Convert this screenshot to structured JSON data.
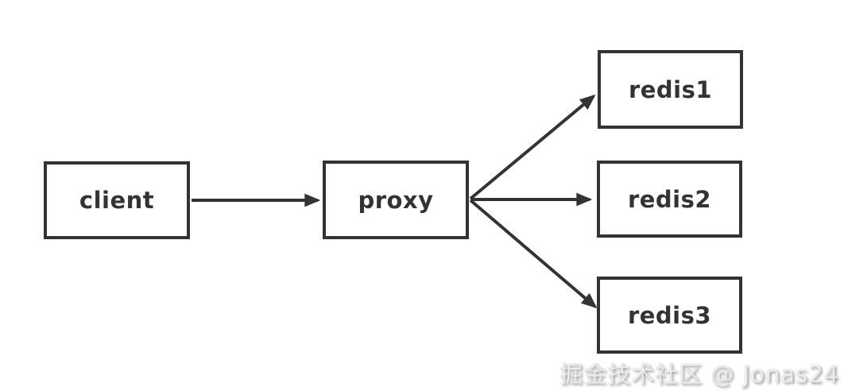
{
  "diagram": {
    "type": "flowchart",
    "background_color": "#ffffff",
    "stroke_color": "#333333",
    "text_color": "#333333",
    "nodes": [
      {
        "id": "client",
        "label": "client"
      },
      {
        "id": "proxy",
        "label": "proxy"
      },
      {
        "id": "redis1",
        "label": "redis1"
      },
      {
        "id": "redis2",
        "label": "redis2"
      },
      {
        "id": "redis3",
        "label": "redis3"
      }
    ],
    "edges": [
      {
        "from": "client",
        "to": "proxy"
      },
      {
        "from": "proxy",
        "to": "redis1"
      },
      {
        "from": "proxy",
        "to": "redis2"
      },
      {
        "from": "proxy",
        "to": "redis3"
      }
    ]
  },
  "watermark": {
    "text": "掘金技术社区 @ Jonas24",
    "color": "#c8c8c8"
  }
}
